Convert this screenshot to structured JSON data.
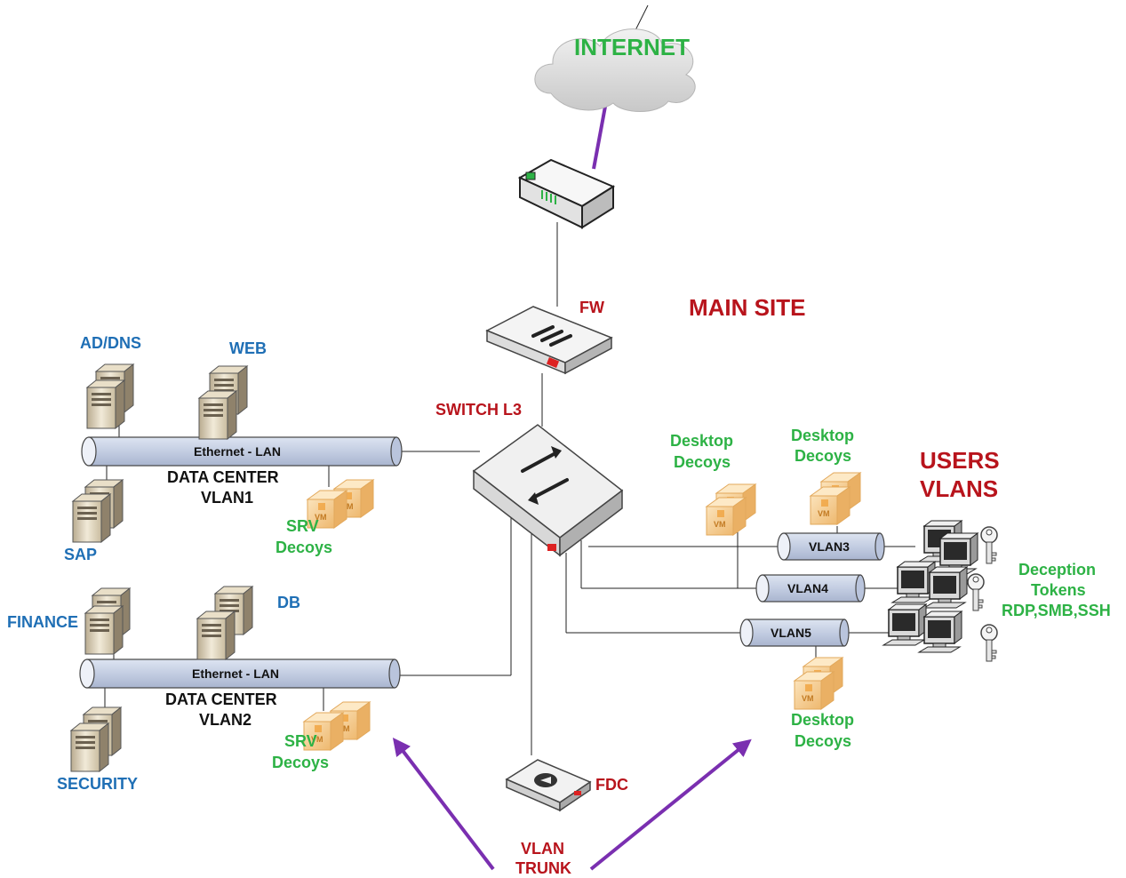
{
  "internet": {
    "label": "INTERNET"
  },
  "main_site": {
    "label": "MAIN SITE"
  },
  "firewall": {
    "label": "FW"
  },
  "switch": {
    "label": "SWITCH L3"
  },
  "fdc": {
    "label": "FDC"
  },
  "vlan_trunk": {
    "line1": "VLAN",
    "line2": "TRUNK"
  },
  "users_vlans": {
    "line1": "USERS",
    "line2": "VLANS"
  },
  "datacenter1": {
    "pipe_label": "Ethernet - LAN",
    "line1": "DATA CENTER",
    "line2": "VLAN1",
    "servers": {
      "ad_dns": "AD/DNS",
      "web": "WEB",
      "sap": "SAP"
    },
    "decoys": {
      "line1": "SRV",
      "line2": "Decoys"
    }
  },
  "datacenter2": {
    "pipe_label": "Ethernet - LAN",
    "line1": "DATA CENTER",
    "line2": "VLAN2",
    "servers": {
      "finance": "FINANCE",
      "db": "DB",
      "security": "SECURITY"
    },
    "decoys": {
      "line1": "SRV",
      "line2": "Decoys"
    }
  },
  "user_vlans": {
    "vlan3": "VLAN3",
    "vlan4": "VLAN4",
    "vlan5": "VLAN5"
  },
  "desktop_decoys_1": {
    "line1": "Desktop",
    "line2": "Decoys"
  },
  "desktop_decoys_2": {
    "line1": "Desktop",
    "line2": "Decoys"
  },
  "desktop_decoys_3": {
    "line1": "Desktop",
    "line2": "Decoys"
  },
  "deception_tokens": {
    "line1": "Deception",
    "line2": "Tokens",
    "line3": "RDP,SMB,SSH"
  },
  "vm_badge": "VM",
  "colors": {
    "blue_label": "#1f6fb5",
    "red_label": "#b8141c",
    "green_label": "#2db245",
    "arrow": "#7a2fb0",
    "pipe": "#c9d3e6",
    "decoy_box": "#f4c98a"
  }
}
